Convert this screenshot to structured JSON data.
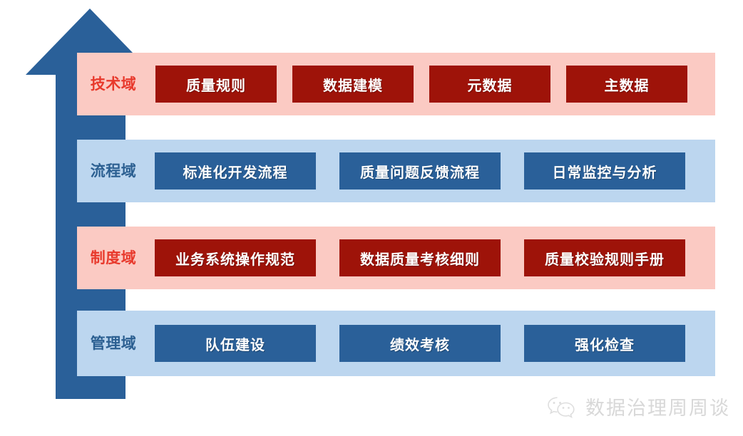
{
  "diagram": {
    "arrow": {
      "name": "upward-arrow",
      "color": "#2a6099",
      "direction": "up"
    },
    "rows": [
      {
        "id": "tech",
        "label": "技术域",
        "band_color": "#fbcac3",
        "box_color": "#9e1309",
        "label_color": "#e8392c",
        "boxes": [
          "质量规则",
          "数据建模",
          "元数据",
          "主数据"
        ]
      },
      {
        "id": "proc",
        "label": "流程域",
        "band_color": "#bcd6ef",
        "box_color": "#2a6099",
        "label_color": "#2b5f91",
        "boxes": [
          "标准化开发流程",
          "质量问题反馈流程",
          "日常监控与分析"
        ]
      },
      {
        "id": "inst",
        "label": "制度域",
        "band_color": "#fbcac3",
        "box_color": "#9e1309",
        "label_color": "#e8392c",
        "boxes": [
          "业务系统操作规范",
          "数据质量考核细则",
          "质量校验规则手册"
        ]
      },
      {
        "id": "mgmt",
        "label": "管理域",
        "band_color": "#bcd6ef",
        "box_color": "#2a6099",
        "label_color": "#2b5f91",
        "boxes": [
          "队伍建设",
          "绩效考核",
          "强化检查"
        ]
      }
    ]
  },
  "watermark": {
    "icon": "wechat-icon",
    "text": "数据治理周周谈",
    "color": "#b9b9b9"
  }
}
